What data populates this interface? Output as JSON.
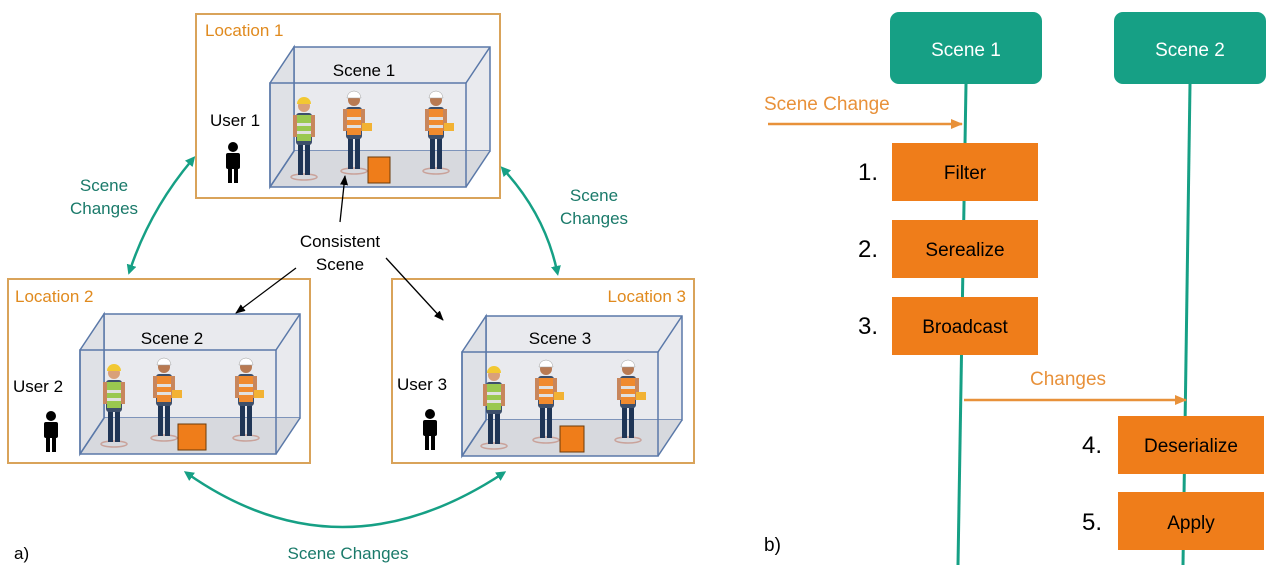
{
  "panel_a": {
    "label": "a)",
    "center_text": [
      "Consistent",
      "Scene"
    ],
    "arrow_labels": {
      "left": [
        "Scene",
        "Changes"
      ],
      "right": [
        "Scene",
        "Changes"
      ],
      "bottom": "Scene Changes"
    },
    "locations": [
      {
        "title": "Location 1",
        "scene": "Scene 1",
        "user": "User 1"
      },
      {
        "title": "Location 2",
        "scene": "Scene 2",
        "user": "User 2"
      },
      {
        "title": "Location 3",
        "scene": "Scene 3",
        "user": "User 3"
      }
    ]
  },
  "panel_b": {
    "label": "b)",
    "scene_boxes": [
      "Scene 1",
      "Scene 2"
    ],
    "scene_change_label": "Scene Change",
    "changes_label": "Changes",
    "steps": [
      {
        "num": "1.",
        "label": "Filter"
      },
      {
        "num": "2.",
        "label": "Serealize"
      },
      {
        "num": "3.",
        "label": "Broadcast"
      },
      {
        "num": "4.",
        "label": "Deserialize"
      },
      {
        "num": "5.",
        "label": "Apply"
      }
    ]
  },
  "colors": {
    "location_border": "#d9a35a",
    "location_title": "#e08a1e",
    "teal": "#16a085",
    "teal_text": "#1a7a6a",
    "orange_box": "#ef7d1a",
    "box_blue": "#5a78a8",
    "box_fill": "#e4e6ea",
    "arrow_orange": "#e8913a"
  }
}
